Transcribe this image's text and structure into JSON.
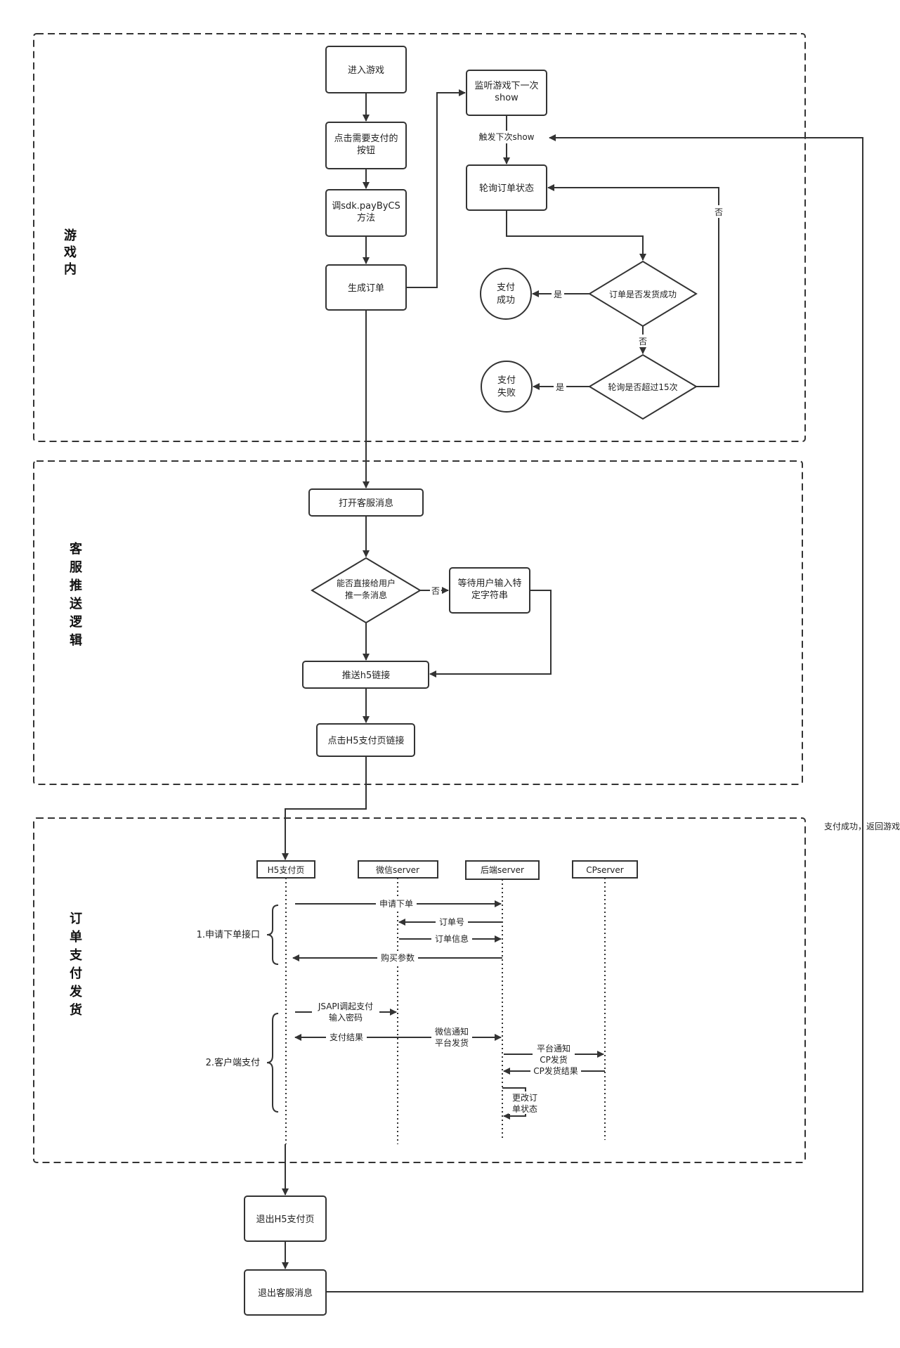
{
  "sections": {
    "in_game": "游戏内",
    "customer_service": "客服推送逻辑",
    "order_payment": "订单支付发货"
  },
  "game": {
    "enter_game": "进入游戏",
    "click_pay_button": [
      "点击需要支付的",
      "按钮"
    ],
    "call_method": [
      "调sdk.payByCS",
      "方法"
    ],
    "generate_order": "生成订单",
    "listen_show": [
      "监听游戏下一次",
      "show"
    ],
    "trigger_show": "触发下次show",
    "poll_status": "轮询订单状态",
    "order_delivered_q": "订单是否发货成功",
    "poll_over_q": "轮询是否超过15次",
    "pay_success": [
      "支付",
      "成功"
    ],
    "pay_fail": [
      "支付",
      "失败"
    ],
    "yes": "是",
    "no": "否"
  },
  "cs": {
    "open_cs_message": "打开客服消息",
    "can_push_q": [
      "能否直接给用户",
      "推一条消息"
    ],
    "no": "否",
    "wait_input": [
      "等待用户输入特",
      "定字符串"
    ],
    "push_h5_link": "推送h5链接",
    "click_h5_link": "点击H5支付页链接"
  },
  "seq": {
    "actors": [
      "H5支付页",
      "微信server",
      "后端server",
      "CPserver"
    ],
    "group1": "1.申请下单接口",
    "group2": "2.客户端支付",
    "messages": {
      "apply_order": "申请下单",
      "order_no": "订单号",
      "order_info": "订单信息",
      "buy_params": "购买参数",
      "jsapi": [
        "JSAPI调起支付",
        "输入密码"
      ],
      "pay_result": "支付结果",
      "wx_notify": [
        "微信通知",
        "平台发货"
      ],
      "platform_notify": [
        "平台通知",
        "CP发货"
      ],
      "cp_result": "CP发货结果",
      "update_status": [
        "更改订",
        "单状态"
      ]
    }
  },
  "exit": {
    "exit_h5": "退出H5支付页",
    "exit_cs": "退出客服消息",
    "return_game": "支付成功，返回游戏"
  }
}
